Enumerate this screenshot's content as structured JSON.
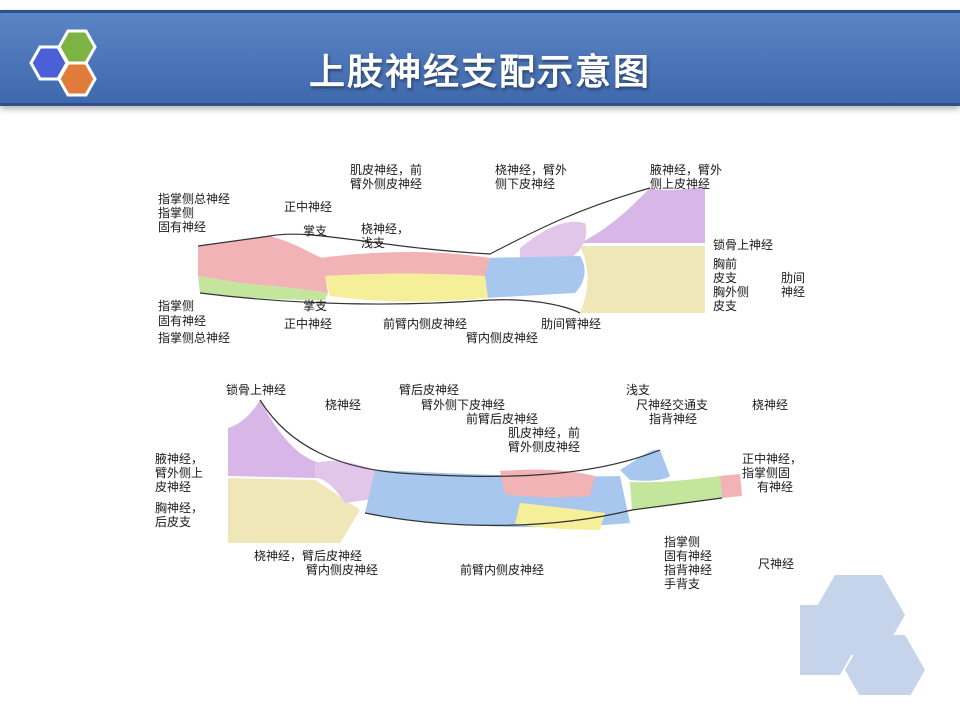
{
  "slide": {
    "title": "上肢神经支配示意图"
  },
  "colors": {
    "header": "#4a74b8",
    "accent_blue": "#4b5fd6",
    "accent_green": "#7cb342",
    "accent_orange": "#e07b39",
    "deco_hex": "#c5d4ea",
    "zone_pink": "#f2b3b6",
    "zone_yellow": "#f5ef9a",
    "zone_blue": "#a7c7ee",
    "zone_purple": "#d8b7e8",
    "zone_beige": "#efe7b8",
    "zone_green": "#c3e59c",
    "zone_lavender": "#e2c6ea"
  },
  "diagram": {
    "anterior": {
      "labels": [
        "指掌侧总神经",
        "指掌侧",
        "固有神经",
        "正中神经",
        "掌支",
        "桡神经，",
        "浅支",
        "肌皮神经，前",
        "臂外侧皮神经",
        "桡神经，臂外",
        "侧下皮神经",
        "腋神经，臂外",
        "侧上皮神经",
        "锁骨上神经",
        "胸前",
        "皮支",
        "胸外侧",
        "皮支",
        "肋间",
        "神经",
        "指掌侧",
        "固有神经",
        "指掌侧总神经",
        "掌支",
        "正中神经",
        "前臂内侧皮神经",
        "肋间臂神经",
        "臂内侧皮神经"
      ]
    },
    "posterior": {
      "labels": [
        "锁骨上神经",
        "桡神经",
        "臂后皮神经",
        "臂外侧下皮神经",
        "前臂后皮神经",
        "肌皮神经，前",
        "臂外侧皮神经",
        "浅支",
        "尺神经交通支",
        "桡神经",
        "指背神经",
        "腋神经，",
        "臂外侧上",
        "皮神经",
        "胸神经，",
        "后皮支",
        "正中神经，",
        "指掌侧固",
        "有神经",
        "桡神经，臂后皮神经",
        "臂内侧皮神经",
        "前臂内侧皮神经",
        "指掌侧",
        "固有神经",
        "指背神经",
        "手背支",
        "尺神经"
      ]
    }
  }
}
